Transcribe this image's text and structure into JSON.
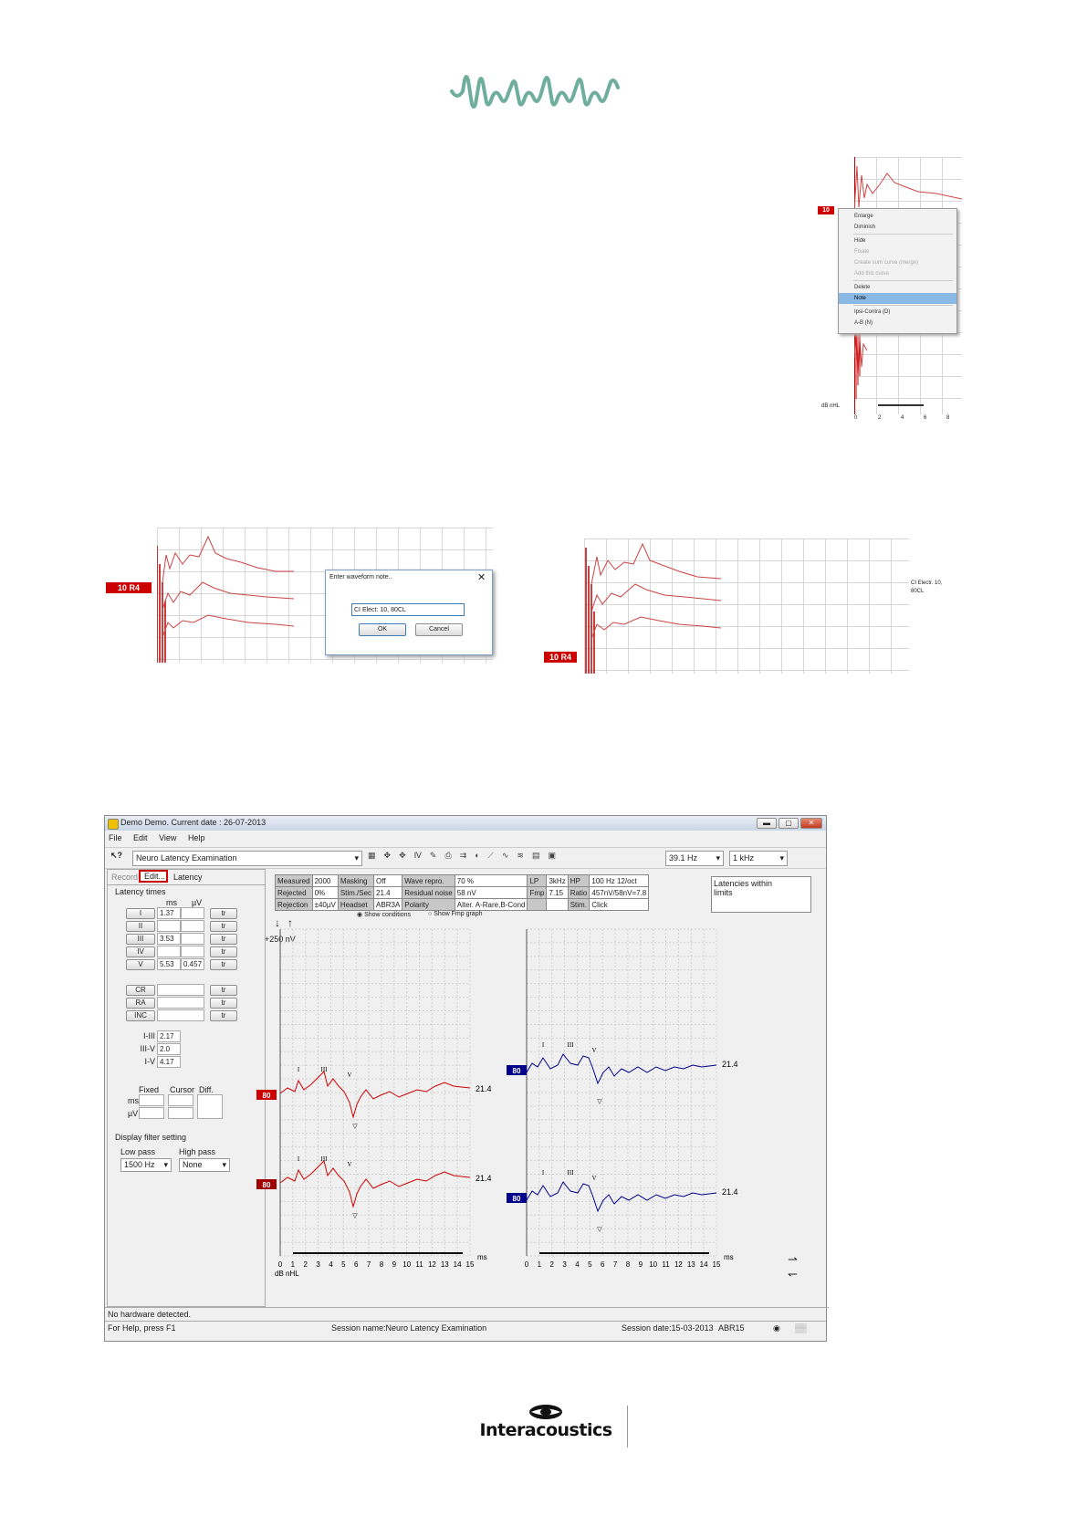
{
  "context_menu": {
    "marker": "10",
    "items": [
      {
        "label": "Enlarge",
        "disabled": false,
        "selected": false
      },
      {
        "label": "Diminish",
        "disabled": false,
        "selected": false
      },
      {
        "label": "Hide",
        "disabled": false,
        "selected": false
      },
      {
        "label": "Fixate",
        "disabled": true,
        "selected": false
      },
      {
        "label": "Create sum curve (merge)",
        "disabled": true,
        "selected": false
      },
      {
        "label": "Add this curve",
        "disabled": true,
        "selected": false
      },
      {
        "label": "Delete",
        "disabled": false,
        "selected": false
      },
      {
        "label": "Note",
        "disabled": false,
        "selected": true
      },
      {
        "label": "Ipsi-Contra (D)",
        "disabled": false,
        "selected": false
      },
      {
        "label": "A-B (N)",
        "disabled": false,
        "selected": false
      }
    ],
    "unit_label": "dB nHL",
    "x_ticks": [
      "0",
      "2",
      "4",
      "6",
      "8"
    ]
  },
  "note_dialog": {
    "marker": "10 R4",
    "title": "Enter waveform note..",
    "input_value": "CI Elect: 10, 80CL",
    "ok_label": "OK",
    "cancel_label": "Cancel"
  },
  "note_result": {
    "marker": "10 R4",
    "note_line1": "CI Electr. 10,",
    "note_line2": "80CL"
  },
  "app": {
    "title": "Demo Demo. Current date : 26-07-2013",
    "menu": [
      "File",
      "Edit",
      "View",
      "Help"
    ],
    "protocol": "Neuro Latency Examination",
    "filter_freq": "39.1 Hz",
    "stim_freq": "1 kHz",
    "tabs": [
      "Record",
      "Edit...",
      "Latency"
    ],
    "latency_group_title": "Latency times",
    "col_ms": "ms",
    "col_uv": "µV",
    "peaks": [
      {
        "label": "I",
        "ms": "1.37",
        "uv": "",
        "btn": "tr"
      },
      {
        "label": "II",
        "ms": "",
        "uv": "",
        "btn": "tr"
      },
      {
        "label": "III",
        "ms": "3.53",
        "uv": "",
        "btn": "tr"
      },
      {
        "label": "IV",
        "ms": "",
        "uv": "",
        "btn": "tr"
      },
      {
        "label": "V",
        "ms": "5.53",
        "uv": "0.457",
        "btn": "tr"
      }
    ],
    "extra": [
      {
        "label": "CR",
        "btn": "tr"
      },
      {
        "label": "RA",
        "btn": "tr"
      },
      {
        "label": "INC",
        "btn": "tr"
      }
    ],
    "intervals": [
      {
        "label": "I-III",
        "value": "2.17"
      },
      {
        "label": "III-V",
        "value": "2.0"
      },
      {
        "label": "I-V",
        "value": "4.17"
      }
    ],
    "fixed_label": "Fixed",
    "cursor_label": "Cursor",
    "diff_label": "Diff.",
    "row_ms": "ms",
    "row_uv": "µV",
    "filter_title": "Display filter setting",
    "lowpass_label": "Low pass",
    "highpass_label": "High pass",
    "lowpass_value": "1500 Hz",
    "highpass_value": "None",
    "conditions": [
      [
        "Measured",
        "2000",
        "Masking",
        "Off",
        "Wave repro.",
        "70 %",
        "LP",
        "3kHz",
        "HP",
        "100 Hz 12/oct"
      ],
      [
        "Rejected",
        "0%",
        "Stim./Sec",
        "21.4",
        "Residual noise",
        "58 nV",
        "Fmp",
        "7.15",
        "Ratio",
        "457nV/58nV=7.8"
      ],
      [
        "Rejection",
        "±40µV",
        "Headset",
        "ABR3A",
        "Polarity",
        "Alter. A-Rare,B-Cond",
        "",
        "",
        "Stim.",
        "Click"
      ]
    ],
    "latency_note_line1": "Latencies within",
    "latency_note_line2": "limits",
    "show_conditions": "Show conditions",
    "show_fmp": "Show Fmp graph",
    "scale_label": "+250 nV",
    "left_curves": [
      {
        "marker": "80",
        "rate": "21.4"
      },
      {
        "marker": "80",
        "rate": "21.4"
      }
    ],
    "right_curves": [
      {
        "marker": "80",
        "rate": "21.4"
      },
      {
        "marker": "80",
        "rate": "21.4"
      }
    ],
    "x_ticks": [
      "0",
      "1",
      "2",
      "3",
      "4",
      "5",
      "6",
      "7",
      "8",
      "9",
      "10",
      "11",
      "12",
      "13",
      "14",
      "15"
    ],
    "x_unit": "ms",
    "y_unit": "dB nHL",
    "status": "No hardware detected.",
    "help": "For Help, press F1",
    "session_name": "Session name:Neuro Latency Examination",
    "session_date": "Session date:15-03-2013",
    "module": "ABR15"
  },
  "footer": {
    "brand": "Interacoustics"
  },
  "colors": {
    "red": "#cc0000",
    "dark_red": "#a00000",
    "blue": "#00008b",
    "header_wave": "#6fae9c"
  }
}
